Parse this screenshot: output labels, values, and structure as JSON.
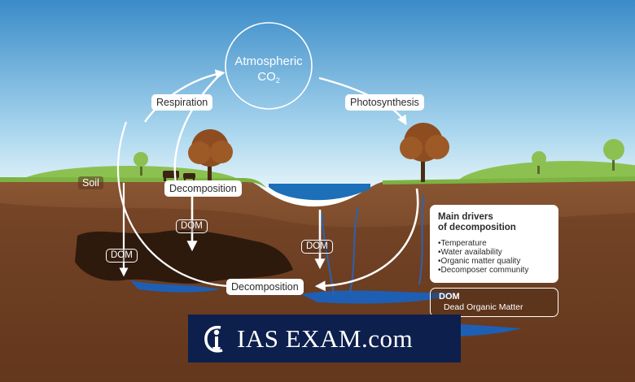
{
  "diagram": {
    "atmosphere": {
      "line1": "Atmospheric",
      "line2": "CO",
      "subscript": "2"
    },
    "process_labels": {
      "respiration": "Respiration",
      "photosynthesis": "Photosynthesis",
      "decomposition_top": "Decomposition",
      "decomposition_bottom": "Decomposition"
    },
    "soil_label": "Soil",
    "dom_tags": [
      "DOM",
      "DOM",
      "DOM"
    ],
    "drivers_box": {
      "title_line1": "Main drivers",
      "title_line2": "of decomposition",
      "items": [
        "Temperature",
        "Water availability",
        "Organic matter quality",
        "Decomposer community"
      ]
    },
    "dom_legend": {
      "term": "DOM",
      "definition": "Dead Organic Matter"
    }
  },
  "watermark": {
    "text": "IAS EXAM.com",
    "logo_icon": "ias-exam-logo-icon"
  },
  "colors": {
    "sky_top": "#3f8fcb",
    "sky_bottom": "#d6ecf6",
    "grass": "#7cb342",
    "soil": "#7a4a2a",
    "water": "#1f5fb0",
    "banner": "#0d1f4d"
  }
}
